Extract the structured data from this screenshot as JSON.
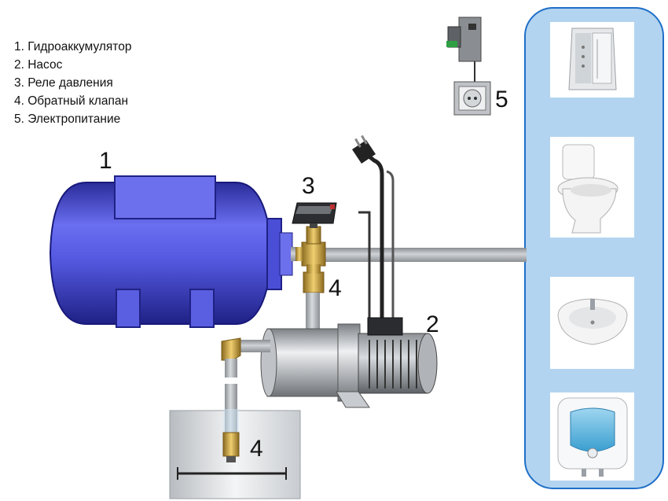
{
  "legend": {
    "items": [
      "1. Гидроаккумулятор",
      "2. Насос",
      "3. Реле давления",
      "4. Обратный клапан",
      "5. Электропитание"
    ]
  },
  "callouts": {
    "accumulator": "1",
    "pump": "2",
    "pressure_switch": "3",
    "check_valve_top": "4",
    "check_valve_bottom": "4",
    "power": "5"
  },
  "colors": {
    "tank": "#5a5ee8",
    "tank_dark": "#2a2c9a",
    "pipe": "#a8acb0",
    "brass": "#c8a040",
    "fixtures_panel": "#b3d4f0",
    "fixtures_border": "#1f6fc8"
  },
  "fixtures": [
    "shower-cabin",
    "toilet",
    "washbasin",
    "water-heater"
  ]
}
